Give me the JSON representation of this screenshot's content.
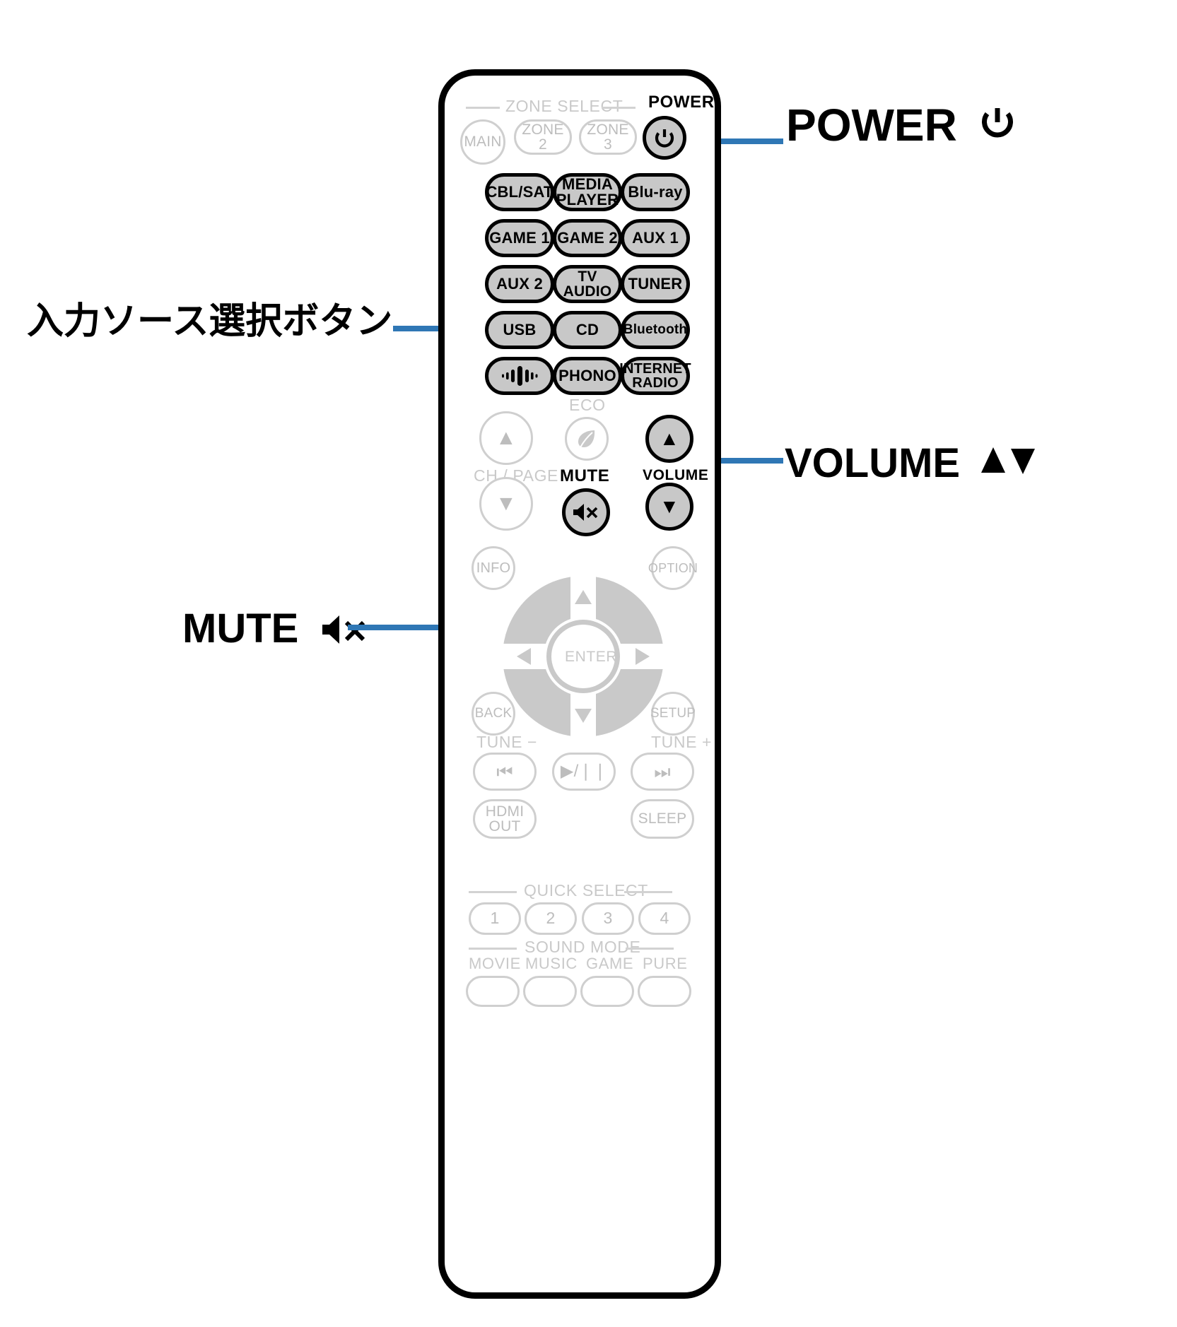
{
  "document": {
    "kind": "remote-control-diagram",
    "accent_color": "#2f77b5",
    "body_outline_color": "#000000",
    "inactive_color": "#c9c9c9",
    "highlight_fill": "#c8c8c8"
  },
  "callouts": [
    {
      "id": "power",
      "label": "POWER",
      "icon": "power-glyph",
      "icon_char": "⏻"
    },
    {
      "id": "volume",
      "label": "VOLUME",
      "icon": "up-down-triangles",
      "icon_char": "▲▼"
    },
    {
      "id": "mute",
      "label": "MUTE",
      "icon": "speaker-mute",
      "icon_char": "⏹"
    },
    {
      "id": "sources",
      "label": "入力ソース選択ボタン",
      "icon": "",
      "icon_char": ""
    }
  ],
  "remote": {
    "zone_select": {
      "header": "ZONE SELECT",
      "buttons": [
        {
          "label": "MAIN",
          "shape": "circle"
        },
        {
          "label": "ZONE 2",
          "shape": "pill"
        },
        {
          "label": "ZONE 3",
          "shape": "pill"
        }
      ]
    },
    "power": {
      "label": "POWER",
      "icon": "power-icon",
      "state": "highlighted"
    },
    "input_sources": {
      "rows": [
        [
          {
            "label": "CBL/SAT"
          },
          {
            "label": "MEDIA\nPLAYER",
            "line1": "MEDIA",
            "line2": "PLAYER"
          },
          {
            "label": "Blu-ray"
          }
        ],
        [
          {
            "label": "GAME 1"
          },
          {
            "label": "GAME 2"
          },
          {
            "label": "AUX 1"
          }
        ],
        [
          {
            "label": "AUX 2"
          },
          {
            "label": "TV AUDIO"
          },
          {
            "label": "TUNER"
          }
        ],
        [
          {
            "label": "USB"
          },
          {
            "label": "CD"
          },
          {
            "label": "Bluetooth"
          }
        ],
        [
          {
            "label": "",
            "icon": "heos-waveform-icon"
          },
          {
            "label": "PHONO"
          },
          {
            "label": "INTERNET\nRADIO",
            "line1": "INTERNET",
            "line2": "RADIO"
          }
        ]
      ]
    },
    "ch_page": {
      "label": "CH / PAGE",
      "up": "▲",
      "down": "▼"
    },
    "eco": {
      "label": "ECO",
      "icon": "leaf-icon"
    },
    "mute": {
      "label": "MUTE",
      "icon": "mute-icon",
      "state": "highlighted"
    },
    "volume": {
      "label": "VOLUME",
      "up": "▲",
      "down": "▼",
      "state": "highlighted"
    },
    "info": {
      "label": "INFO"
    },
    "option": {
      "label": "OPTION"
    },
    "cursor": {
      "center": "ENTER",
      "up": "▲",
      "down": "▼",
      "left": "◀",
      "right": "▶"
    },
    "back": {
      "label": "BACK"
    },
    "setup": {
      "label": "SETUP"
    },
    "tune_minus": {
      "label": "TUNE −"
    },
    "tune_plus": {
      "label": "TUNE +"
    },
    "transport": [
      {
        "label": "⏮",
        "name": "previous"
      },
      {
        "label": "▶/❘❘",
        "name": "play-pause"
      },
      {
        "label": "⏭",
        "name": "next"
      }
    ],
    "hdmi_out": {
      "line1": "HDMI",
      "line2": "OUT"
    },
    "sleep": {
      "label": "SLEEP"
    },
    "quick_select": {
      "header": "QUICK SELECT",
      "buttons": [
        "1",
        "2",
        "3",
        "4"
      ]
    },
    "sound_mode": {
      "header": "SOUND MODE",
      "buttons": [
        "MOVIE",
        "MUSIC",
        "GAME",
        "PURE"
      ]
    }
  }
}
